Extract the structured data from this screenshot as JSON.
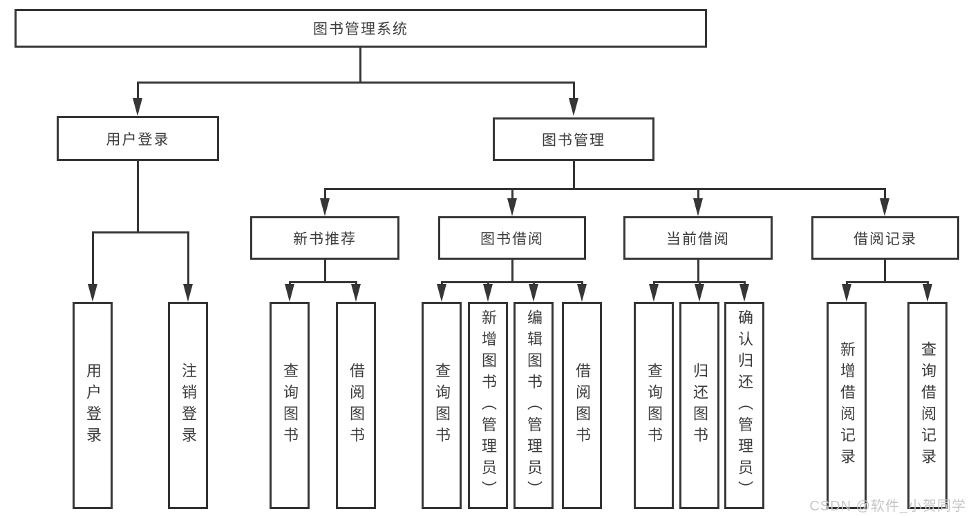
{
  "diagram": {
    "title": "图书管理系统",
    "tree": {
      "label": "图书管理系统",
      "children": [
        {
          "label": "用户登录",
          "children": [
            {
              "label": "用户登录"
            },
            {
              "label": "注销登录"
            }
          ]
        },
        {
          "label": "图书管理",
          "children": [
            {
              "label": "新书推荐",
              "children": [
                {
                  "label": "查询图书"
                },
                {
                  "label": "借阅图书"
                }
              ]
            },
            {
              "label": "图书借阅",
              "children": [
                {
                  "label": "查询图书"
                },
                {
                  "label": "新增图书（管理员）"
                },
                {
                  "label": "编辑图书（管理员）"
                },
                {
                  "label": "借阅图书"
                }
              ]
            },
            {
              "label": "当前借阅",
              "children": [
                {
                  "label": "查询图书"
                },
                {
                  "label": "归还图书"
                },
                {
                  "label": "确认归还（管理员）"
                }
              ]
            },
            {
              "label": "借阅记录",
              "children": [
                {
                  "label": "新增借阅记录"
                },
                {
                  "label": "查询借阅记录"
                }
              ]
            }
          ]
        }
      ]
    },
    "watermark": {
      "text": "CSDN @软件_小贺同学"
    },
    "colors": {
      "line": "#363636",
      "text": "#3c3c3c",
      "watermark": "#c6c6c6",
      "background": "#ffffff"
    }
  }
}
